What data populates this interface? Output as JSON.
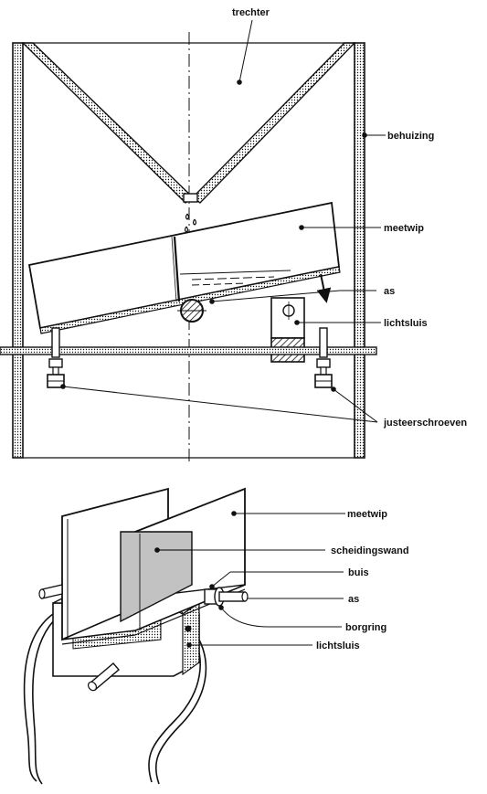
{
  "labels": {
    "trechter": "trechter",
    "behuizing": "behuizing",
    "meetwip_top": "meetwip",
    "as_top": "as",
    "lichtsluis_top": "lichtsluis",
    "justeerschroeven": "justeerschroeven",
    "meetwip_bottom": "meetwip",
    "scheidingswand": "scheidingswand",
    "buis": "buis",
    "as_bottom": "as",
    "borgring": "borgring",
    "lichtsluis_bottom": "lichtsluis"
  },
  "colors": {
    "ink": "#111111",
    "paper": "#ffffff",
    "stipple": "#b8b8b8"
  }
}
